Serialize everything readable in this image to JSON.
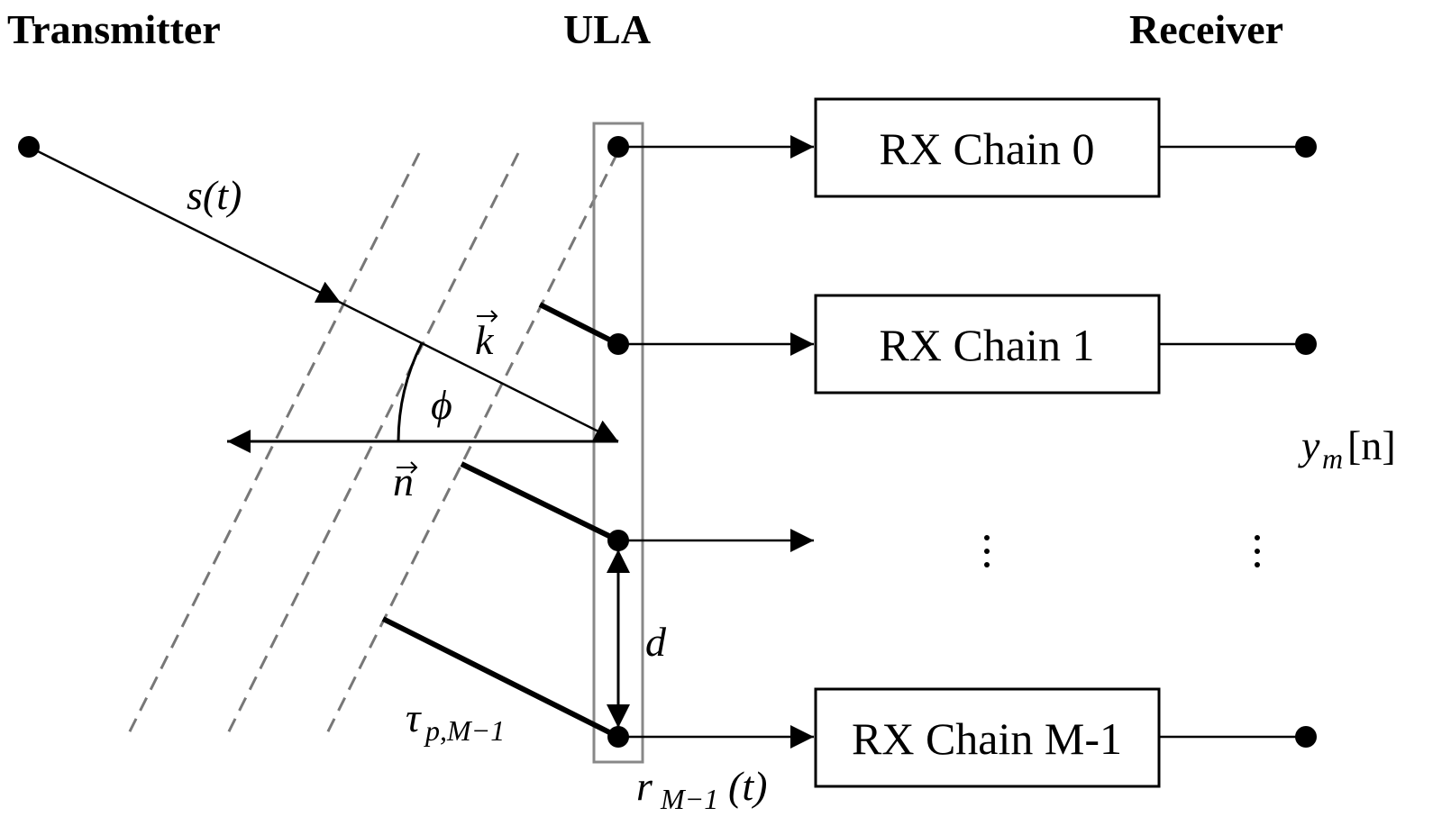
{
  "headers": {
    "transmitter": "Transmitter",
    "ula": "ULA",
    "receiver": "Receiver"
  },
  "rx_chains": [
    {
      "label": "RX Chain 0"
    },
    {
      "label": "RX Chain 1"
    },
    {
      "label": "RX Chain M-1"
    }
  ],
  "labels": {
    "signal": "s(t)",
    "wave_vector": "k",
    "angle": "ϕ",
    "normal_vector": "n",
    "spacing": "d",
    "delay_main": "τ",
    "delay_sub": "p,M−1",
    "received_main": "r",
    "received_sub": "M−1",
    "received_arg": "(t)",
    "output_main": "y",
    "output_sub": "m",
    "output_arg": "[n]",
    "ellipsis": "⋮"
  },
  "colors": {
    "line": "#000000",
    "dashed": "#777777",
    "ula_box": "#888888"
  }
}
